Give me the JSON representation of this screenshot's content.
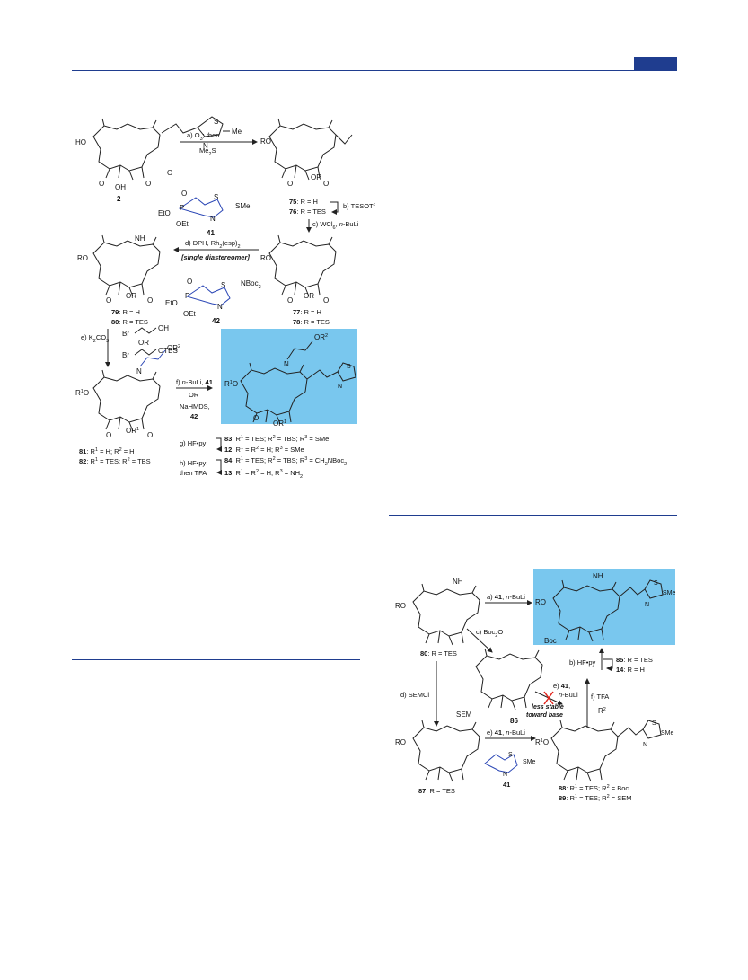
{
  "scheme_top": {
    "step_a": [
      "a) O",
      "3",
      "; then",
      "Me",
      "2",
      "S"
    ],
    "step_b": "b) TESOTf",
    "step_c": [
      "c) WCl",
      "6",
      ", ",
      "n",
      "-BuLi"
    ],
    "step_d": [
      "d) DPH, Rh",
      "2",
      "(esp)",
      "2"
    ],
    "step_d_note": "[single diastereomer]",
    "step_e": [
      "e) K",
      "2",
      "CO",
      "3"
    ],
    "step_f": [
      "f) ",
      "n",
      "-BuLi, ",
      "41"
    ],
    "step_f_or": "OR",
    "step_f2": "NaHMDS,",
    "step_f2_reagent": "42",
    "step_g": "g) HF•py",
    "step_h1": "h) HF•py;",
    "step_h2": "then TFA",
    "reagent_41_label": "41",
    "reagent_42_label": "42",
    "reagent_e_or": "OR",
    "atoms": {
      "HO": "HO",
      "RO": "RO",
      "R1O": "R",
      "Me": "Me",
      "SMe": "SMe",
      "NBoc2": "NBoc",
      "NH": "NH",
      "N": "N",
      "S": "S",
      "O": "O",
      "OH": "OH",
      "OR": "OR",
      "OR1": "OR",
      "EtO": "EtO",
      "OEt": "OEt",
      "P": "P",
      "Br": "Br",
      "OTBS": "OTBS",
      "OR2": "OR"
    },
    "labels": {
      "c2": "2",
      "c75": [
        "75",
        ": R = H"
      ],
      "c76": [
        "76",
        ": R = TES"
      ],
      "c77": [
        "77",
        ": R = H"
      ],
      "c78": [
        "78",
        ": R = TES"
      ],
      "c79": [
        "79",
        ": R = H"
      ],
      "c80": [
        "80",
        ": R = TES"
      ],
      "c81": [
        "81",
        ": R",
        "1",
        " = H; R",
        "2",
        " = H"
      ],
      "c82": [
        "82",
        ": R",
        "1",
        " = TES; R",
        "2",
        " = TBS"
      ],
      "c83": [
        "83",
        ": R",
        "1",
        " = TES; R",
        "2",
        " = TBS; R",
        "3",
        " = SMe"
      ],
      "c12": [
        "12",
        ": R",
        "1",
        " = R",
        "2",
        " = H; R",
        "3",
        " = SMe"
      ],
      "c84": [
        "84",
        ": R",
        "1",
        " = TES; R",
        "2",
        " = TBS; R",
        "3",
        " = CH",
        "2",
        "NBoc",
        "2"
      ],
      "c13": [
        "13",
        ": R",
        "1",
        " = R",
        "2",
        " = H; R",
        "3",
        " = NH",
        "2"
      ]
    }
  },
  "scheme_bottom": {
    "step_a": [
      "a) ",
      "41",
      ", ",
      "n",
      "-BuLi"
    ],
    "step_b": "b) HF•py",
    "step_c": [
      "c) Boc",
      "2",
      "O"
    ],
    "step_d": "d) SEMCl",
    "step_e1": [
      "e) ",
      "41",
      ","
    ],
    "step_e1b": [
      "n",
      "-BuLi"
    ],
    "step_e2": [
      "e) ",
      "41",
      ", ",
      "n",
      "-BuLi"
    ],
    "step_f": "f) TFA",
    "note_1": "less stable",
    "note_2": "toward base",
    "atoms": {
      "NH": "NH",
      "Boc": "Boc",
      "SEM": "SEM",
      "R2": "R",
      "SMe": "SMe",
      "N": "N",
      "S": "S",
      "RO": "RO",
      "R1O": "R"
    },
    "labels": {
      "c80": [
        "80",
        ": R = TES"
      ],
      "c85": [
        "85",
        ": R = TES"
      ],
      "c14": [
        "14",
        ": R = H"
      ],
      "c86": "86",
      "c87": [
        "87",
        ": R = TES"
      ],
      "c41": "41",
      "c88": [
        "88",
        ": R",
        "1",
        " = TES; R",
        "2",
        " = Boc"
      ],
      "c89": [
        "89",
        ": R",
        "1",
        " = TES; R",
        "2",
        " = SEM"
      ]
    }
  },
  "colors": {
    "rule": "#1f3d8f",
    "highlight": "#79c7ee",
    "blue_atom": "#2a46b5",
    "red_note": "#e2231a"
  }
}
